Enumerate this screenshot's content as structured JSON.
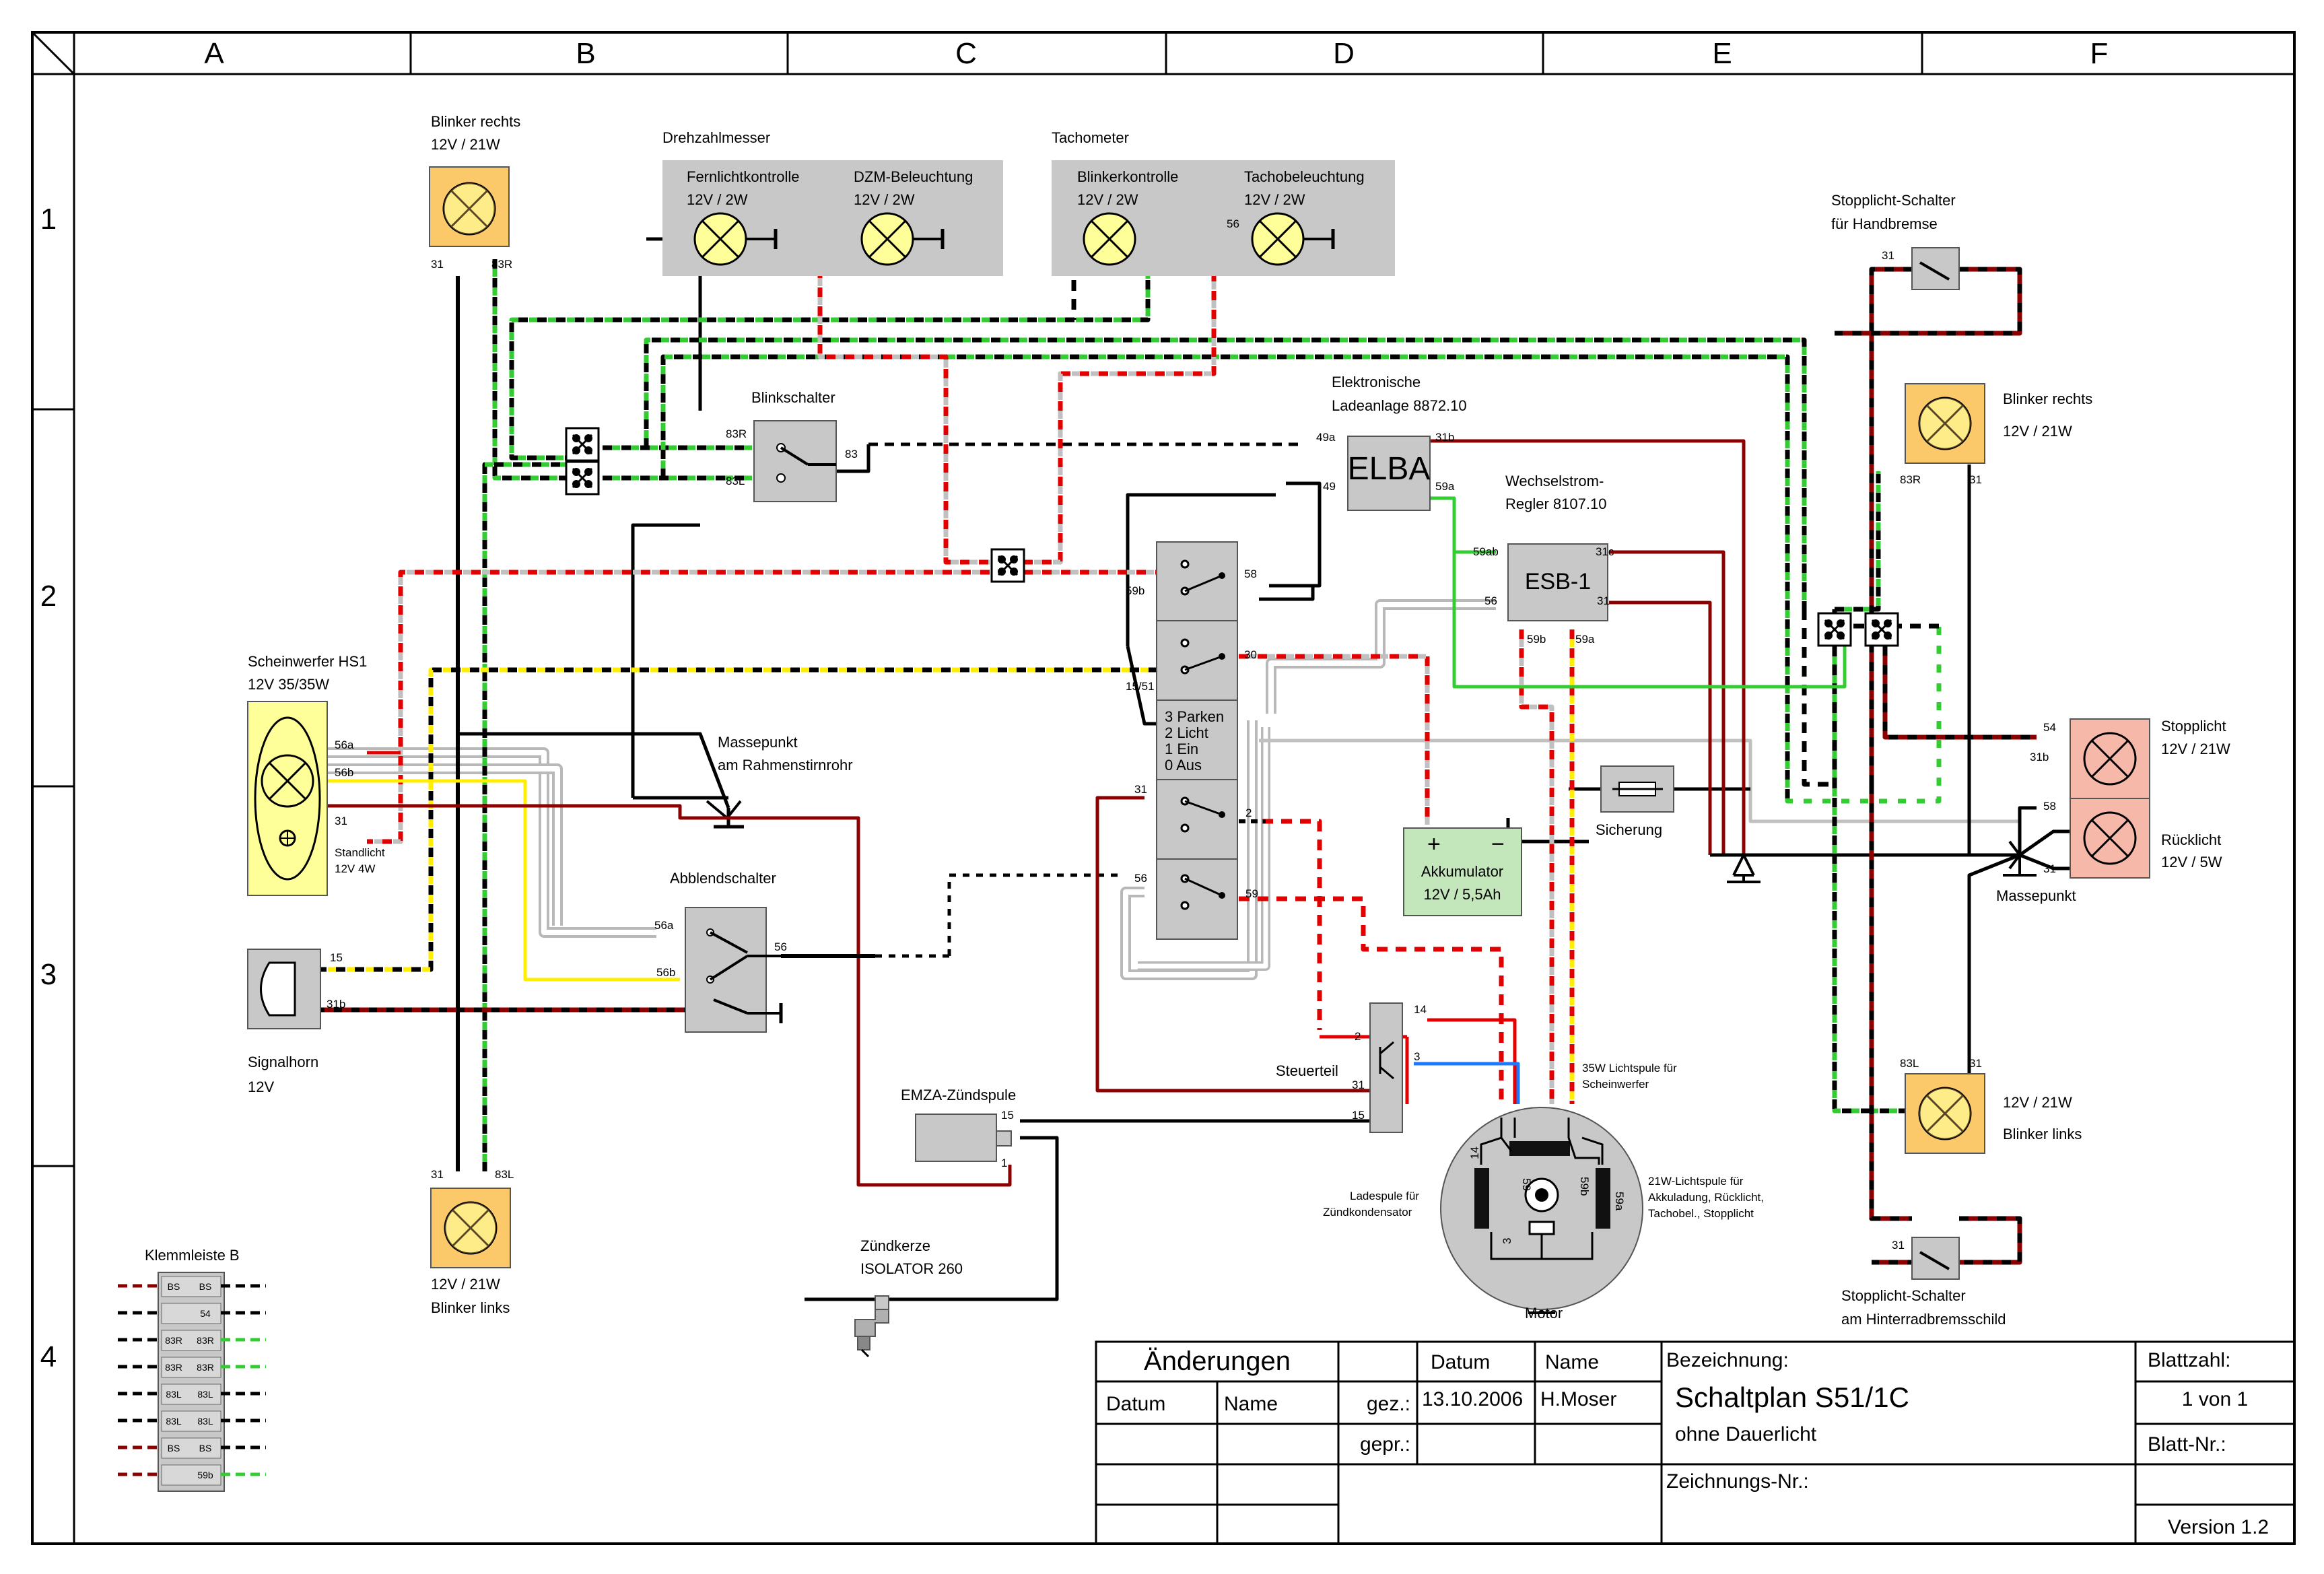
{
  "grid": {
    "columns": [
      "A",
      "B",
      "C",
      "D",
      "E",
      "F"
    ],
    "rows": [
      "1",
      "2",
      "3",
      "4"
    ]
  },
  "components": {
    "blinker_rechts_top": {
      "name": "Blinker rechts",
      "rating": "12V / 21W",
      "pin_left": "31",
      "pin_right": "83R"
    },
    "drehzahlmesser": {
      "title": "Drehzahlmesser",
      "lamp1_name": "Fernlichtkontrolle",
      "lamp1_rating": "12V / 2W",
      "lamp2_name": "DZM-Beleuchtung",
      "lamp2_rating": "12V / 2W"
    },
    "tachometer": {
      "title": "Tachometer",
      "lamp1_name": "Blinkerkontrolle",
      "lamp1_rating": "12V / 2W",
      "lamp2_name": "Tachobeleuchtung",
      "lamp2_rating": "12V / 2W",
      "pin56": "56"
    },
    "stopplicht_handbremse": {
      "line1": "Stopplicht-Schalter",
      "line2": "für Handbremse",
      "pin": "31"
    },
    "blinkschalter": {
      "name": "Blinkschalter",
      "pin_83R": "83R",
      "pin_83L": "83L",
      "pin_83": "83"
    },
    "elba": {
      "line1": "Elektronische",
      "line2": "Ladeanlage 8872.10",
      "box": "ELBA",
      "pin_49a": "49a",
      "pin_49": "49",
      "pin_31b": "31b",
      "pin_59a": "59a"
    },
    "esb": {
      "line1": "Wechselstrom-",
      "line2": "Regler 8107.10",
      "box": "ESB-1",
      "pin_59ab": "59ab",
      "pin_56": "56",
      "pin_31c": "31c",
      "pin_31": "31",
      "pin_59b": "59b",
      "pin_59a": "59a"
    },
    "blinker_rechts_right": {
      "name": "Blinker rechts",
      "rating": "12V / 21W",
      "pin_left": "83R",
      "pin_right": "31"
    },
    "zuendschloss": {
      "pin_59b": "59b",
      "pin_58": "58",
      "pin_1551": "15/51",
      "pin_30": "30",
      "pin_31": "31",
      "pin_2": "2",
      "pin_56": "56",
      "pin_59": "59",
      "modes": [
        "3 Parken",
        "2 Licht",
        "1 Ein",
        "0 Aus"
      ]
    },
    "scheinwerfer": {
      "name": "Scheinwerfer HS1",
      "rating": "12V 35/35W",
      "pin_56a": "56a",
      "pin_56b": "56b",
      "pin_31": "31",
      "standlicht1": "Standlicht",
      "standlicht2": "12V 4W"
    },
    "massepunkt_left": {
      "line1": "Massepunkt",
      "line2": "am Rahmenstirnrohr"
    },
    "akkumulator": {
      "plus": "+",
      "minus": "−",
      "line1": "Akkumulator",
      "line2": "12V / 5,5Ah"
    },
    "sicherung": {
      "name": "Sicherung"
    },
    "stopplicht": {
      "name": "Stopplicht",
      "rating": "12V / 21W",
      "pin54": "54",
      "pin31b": "31b"
    },
    "ruecklicht": {
      "name": "Rücklicht",
      "rating": "12V / 5W",
      "pin58": "58",
      "pin31": "31"
    },
    "massepunkt_right": {
      "name": "Massepunkt"
    },
    "abblendschalter": {
      "name": "Abblendschalter",
      "pin_56a": "56a",
      "pin_56b": "56b",
      "pin_56": "56"
    },
    "signalhorn": {
      "name": "Signalhorn",
      "rating": "12V",
      "pin15": "15",
      "pin31b": "31b"
    },
    "steuerteil": {
      "name": "Steuerteil",
      "pin2": "2",
      "pin31": "31",
      "pin15": "15",
      "pin14": "14",
      "pin3": "3"
    },
    "emza": {
      "name": "EMZA-Zündspule",
      "pin15": "15",
      "pin1": "1"
    },
    "zuendkerze": {
      "line1": "Zündkerze",
      "line2": "ISOLATOR 260"
    },
    "motor": {
      "name": "Motor",
      "lichtspule35_1": "35W Lichtspule für",
      "lichtspule35_2": "Scheinwerfer",
      "lichtspule21_1": "21W-Lichtspule für",
      "lichtspule21_2": "Akkuladung, Rücklicht,",
      "lichtspule21_3": "Tachobel., Stopplicht",
      "ladespule1": "Ladespule für",
      "ladespule2": "Zündkondensator",
      "pin14": "14",
      "pin59": "59",
      "pin59b": "59b",
      "pin59a": "59a",
      "pin3": "3"
    },
    "blinker_links_bottom": {
      "name": "Blinker links",
      "rating": "12V / 21W",
      "pin_left": "31",
      "pin_right": "83L"
    },
    "blinker_links_right": {
      "name": "Blinker links",
      "rating": "12V / 21W",
      "pin_left": "83L",
      "pin_right": "31"
    },
    "stopplicht_hinterrad": {
      "line1": "Stopplicht-Schalter",
      "line2": "am Hinterradbremsschild",
      "pin": "31"
    },
    "klemmleiste": {
      "name": "Klemmleiste B",
      "rows": [
        [
          "BS",
          "BS"
        ],
        [
          "",
          "54"
        ],
        [
          "83R",
          "83R"
        ],
        [
          "83R",
          "83R"
        ],
        [
          "83L",
          "83L"
        ],
        [
          "83L",
          "83L"
        ],
        [
          "BS",
          "BS"
        ],
        [
          "",
          "59b"
        ]
      ]
    }
  },
  "title_block": {
    "aenderungen": "Änderungen",
    "col_datum": "Datum",
    "col_name": "Name",
    "gez_label": "gez.:",
    "gez_date": "13.10.2006",
    "gez_name": "H.Moser",
    "gepr_label": "gepr.:",
    "bezeichnung_label": "Bezeichnung:",
    "title": "Schaltplan S51/1C",
    "subtitle": "ohne Dauerlicht",
    "zeichnungs_nr": "Zeichnungs-Nr.:",
    "blattzahl_label": "Blattzahl:",
    "blattzahl": "1 von 1",
    "blatt_nr": "Blatt-Nr.:",
    "version": "Version 1.2"
  },
  "colors": {
    "lamp_yellow": "#ffff99",
    "blinker_orange": "#fcc96a",
    "stop_pink": "#f6b8a8",
    "battery_green": "#c3e6bb",
    "headlight_yellow": "#ffff99",
    "gauge_grey": "#c8c8c8",
    "wire_red": "#e30000",
    "wire_darkred": "#8b0000",
    "wire_green": "#33cc33",
    "wire_yellow": "#ffee00",
    "wire_blue": "#1e78ff",
    "wire_grey": "#b8b8b8"
  }
}
